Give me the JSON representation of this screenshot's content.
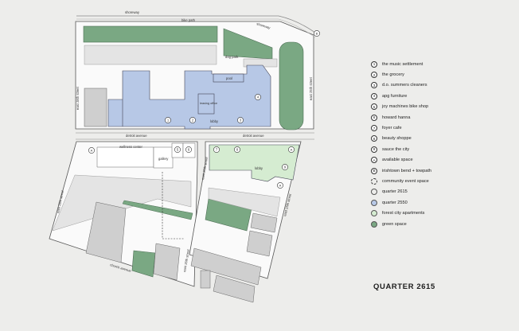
{
  "title": "QUARTER 2615",
  "colors": {
    "background": "#ededeb",
    "quarter_2615": "#ededeb",
    "quarter_2550": "#b7c8e6",
    "forest_city": "#d5ecd1",
    "green_space": "#7aa883",
    "building_gray": "#cfcfcf"
  },
  "streets": {
    "shoreway": "shoreway",
    "bike_path": "bike path",
    "shoreway_east": "shoreway",
    "east_28th_upper": "east 28th street",
    "east_25th_upper": "east 25th street",
    "detroit_left": "detroit avenue",
    "detroit_right": "detroit avenue",
    "east_28th_lower": "east 28th street",
    "east_26th": "east 26th street",
    "east_25th_lower": "east 25th street",
    "east_26th_bottom": "east 26th street",
    "church": "church avenue"
  },
  "places": {
    "dog_park": "dog park",
    "pool": "pool",
    "leasing_office": "leasing office",
    "lobby_2550": "lobby",
    "wellness_center": "wellness center",
    "gallery": "gallery",
    "lobby_forest": "lobby"
  },
  "markers": {
    "m1": "1",
    "m2": "2",
    "m3": "3",
    "m4": "4",
    "m5": "5",
    "m6": "6",
    "m7": "7",
    "m8": "8",
    "m9": "9",
    "a": "A",
    "b": "B"
  },
  "legend": [
    {
      "mark": "1",
      "label": "the music settlement"
    },
    {
      "mark": "2",
      "label": "the grocery"
    },
    {
      "mark": "3",
      "label": "d.o. summers cleaners"
    },
    {
      "mark": "4",
      "label": "apg furniture"
    },
    {
      "mark": "5",
      "label": "joy machines bike shop"
    },
    {
      "mark": "6",
      "label": "howard hanna"
    },
    {
      "mark": "7",
      "label": "foyer cafe"
    },
    {
      "mark": "8",
      "label": "beauty shoppe"
    },
    {
      "mark": "9",
      "label": "sauce the city"
    },
    {
      "mark": "A",
      "label": "available space"
    },
    {
      "mark": "B",
      "label": "irishtown bend + towpath"
    },
    {
      "mark": "",
      "label": "community event space"
    },
    {
      "mark": "",
      "label": "quarter 2615"
    },
    {
      "mark": "",
      "label": "quarter 2550"
    },
    {
      "mark": "",
      "label": "forest city apartments"
    },
    {
      "mark": "",
      "label": "green space"
    }
  ]
}
